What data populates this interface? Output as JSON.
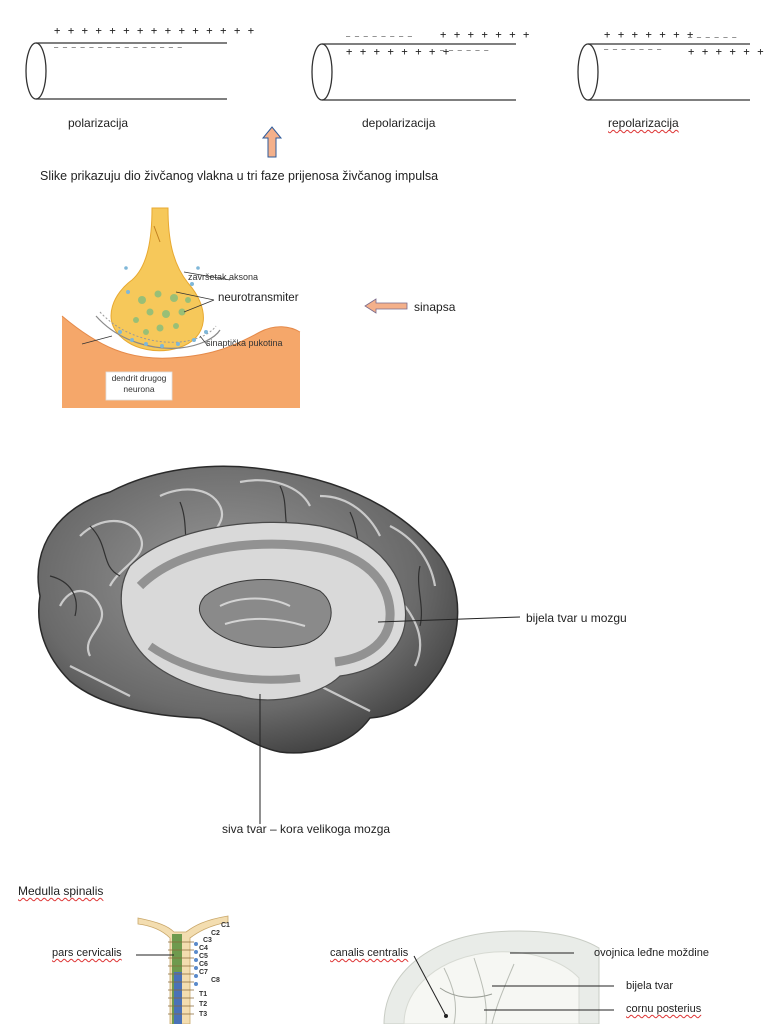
{
  "nerve_fiber": {
    "phases": [
      {
        "label": "polarizacija",
        "top_row": "+ + + + + + + + + + + + + + +",
        "bottom_row": "— — — — — — — — — — — — — — —"
      },
      {
        "label": "depolarizacija",
        "top_row_left": "— — — — — — — —",
        "top_row_right": "+ + + + + + +",
        "bottom_row_left": "+ + + + + + + +",
        "bottom_row_right": "— — — — — —"
      },
      {
        "label": "repolarizacija",
        "top_row_left": "+ + + + + + +",
        "top_row_right": "— — — — — —",
        "bottom_row_left": "— — — — — — —",
        "bottom_row_right": "+ + + + + +"
      }
    ],
    "caption": "Slike prikazuju dio živčanog vlakna u tri faze prijenosa živčanog impulsa",
    "colors": {
      "arrow_fill": "#f4b08a",
      "arrow_stroke": "#2f5b9a"
    }
  },
  "synapse": {
    "labels": {
      "axon_end": "završetak aksona",
      "neurotransmitter": "neurotransmiter",
      "cleft": "sinaptička pukotina",
      "dendrite": "dendrit drugog neurona"
    },
    "arrow_label": "sinapsa",
    "colors": {
      "bulb": "#f6c85a",
      "dendrite": "#f5a76a",
      "vesicle": "#8fbf7a"
    }
  },
  "brain": {
    "label_white": "bijela tvar u mozgu",
    "label_gray": "siva tvar – kora velikoga mozga"
  },
  "spinal": {
    "title": "Medulla spinalis",
    "label_cervical": "pars cervicalis",
    "vertebra_labels": [
      "C1",
      "C2",
      "C3",
      "C4",
      "C5",
      "C6",
      "C7",
      "C8",
      "T1",
      "T2",
      "T3"
    ],
    "right_labels": {
      "canal": "canalis centralis",
      "sheath": "ovojnica leđne moždine",
      "white": "bijela tvar",
      "horn": "cornu posterius"
    }
  }
}
